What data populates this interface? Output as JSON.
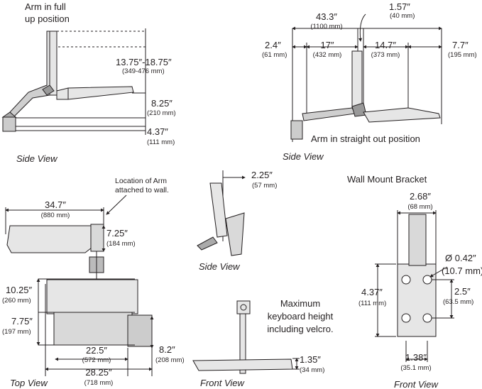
{
  "side_view": {
    "caption": "Arm in full up position",
    "caption_line1": "Arm in full",
    "caption_line2": "up position",
    "dim_height": "13.75″-18.75″",
    "dim_height_mm": "(349-476 mm)",
    "dim_drop": "8.25″",
    "dim_drop_mm": "(210 mm)",
    "dim_base": "4.37″",
    "dim_base_mm": "(111 mm)",
    "label": "Side View"
  },
  "side_view_straight": {
    "dim_total": "43.3″",
    "dim_total_mm": "(1100 mm)",
    "dim_post": "1.57″",
    "dim_post_mm": "(40 mm)",
    "dim_left": "2.4″",
    "dim_left_mm": "(61 mm)",
    "dim_arm": "17″",
    "dim_arm_mm": "(432 mm)",
    "dim_tray": "14.7″",
    "dim_tray_mm": "(373 mm)",
    "dim_right": "7.7″",
    "dim_right_mm": "(195 mm)",
    "caption": "Arm in straight out position",
    "label": "Side View"
  },
  "top_view": {
    "callout_line1": "Location of Arm",
    "callout_line2": "attached to wall.",
    "dim_width": "34.7″",
    "dim_width_mm": "(880 mm)",
    "dim_depth": "7.25″",
    "dim_depth_mm": "(184 mm)",
    "dim_tray_depth": "10.25″",
    "dim_tray_depth_mm": "(260 mm)",
    "dim_kb_depth": "7.75″",
    "dim_kb_depth_mm": "(197 mm)",
    "dim_kb_width": "22.5″",
    "dim_kb_width_mm": "(572 mm)",
    "dim_overall": "28.25″",
    "dim_overall_mm": "(718 mm)",
    "dim_mouse": "8.2″",
    "dim_mouse_mm": "(208 mm)",
    "label": "Top View"
  },
  "side_view_small": {
    "dim": "2.25″",
    "dim_mm": "(57 mm)",
    "label": "Side View"
  },
  "front_view": {
    "caption_line1": "Maximum",
    "caption_line2": "keyboard height",
    "caption_line3": "including velcro.",
    "dim": "1.35″",
    "dim_mm": "(34 mm)",
    "label": "Front View"
  },
  "bracket": {
    "title": "Wall Mount Bracket",
    "dim_width": "2.68″",
    "dim_width_mm": "(68 mm)",
    "dim_hole": "Ø 0.42″",
    "dim_hole_mm": "(10.7 mm)",
    "dim_height": "4.37″",
    "dim_height_mm": "(111 mm)",
    "dim_spacing": "2.5″",
    "dim_spacing_mm": "(63.5 mm)",
    "dim_hspacing": "1.38″",
    "dim_hspacing_mm": "(35.1 mm)",
    "label": "Front View"
  }
}
